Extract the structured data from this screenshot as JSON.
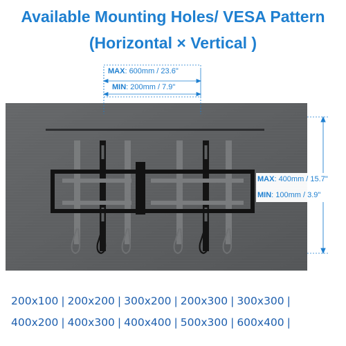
{
  "title": {
    "line1": "Available Mounting Holes/ VESA Pattern",
    "line2": "(Horizontal × Vertical )"
  },
  "horizontal": {
    "max_key": "MAX",
    "max_value": ": 600mm / 23.6\"",
    "min_key": "MIN",
    "min_value": ": 200mm / 7.9\""
  },
  "vertical": {
    "max_key": "MAX",
    "max_value": ": 400mm / 15.7\"",
    "min_key": "MIN",
    "min_value": ": 100mm / 3.9\""
  },
  "sizes_row1": [
    "200x100",
    "200x200",
    "300x200",
    "200x300",
    "300x300"
  ],
  "sizes_row2": [
    "400x200",
    "400x300",
    "400x400",
    "500x300",
    "600x400"
  ],
  "colors": {
    "accent": "#1e7fd0",
    "tv_panel": "#5b5d5f",
    "bracket": "#111111"
  }
}
